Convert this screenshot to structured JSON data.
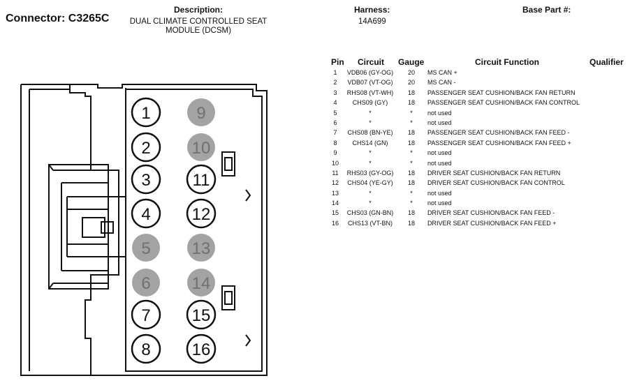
{
  "header": {
    "connector_label": "Connector:",
    "connector_id": "C3265C",
    "description_label": "Description:",
    "description_line1": "DUAL CLIMATE CONTROLLED SEAT",
    "description_line2": "MODULE (DCSM)",
    "harness_label": "Harness:",
    "harness_value": "14A699",
    "base_part_label": "Base Part #:"
  },
  "table": {
    "columns": [
      "Pin",
      "Circuit",
      "Gauge",
      "Circuit Function",
      "Qualifier"
    ],
    "rows": [
      {
        "pin": "1",
        "circuit": "VDB06 (GY-OG)",
        "gauge": "20",
        "function": "MS CAN +"
      },
      {
        "pin": "2",
        "circuit": "VDB07 (VT-OG)",
        "gauge": "20",
        "function": "MS CAN -"
      },
      {
        "pin": "3",
        "circuit": "RHS08 (VT-WH)",
        "gauge": "18",
        "function": "PASSENGER SEAT CUSHION/BACK FAN RETURN"
      },
      {
        "pin": "4",
        "circuit": "CHS09 (GY)",
        "gauge": "18",
        "function": "PASSENGER SEAT CUSHION/BACK FAN CONTROL"
      },
      {
        "pin": "5",
        "circuit": "*",
        "gauge": "*",
        "function": "not used"
      },
      {
        "pin": "6",
        "circuit": "*",
        "gauge": "*",
        "function": "not used"
      },
      {
        "pin": "7",
        "circuit": "CHS08 (BN-YE)",
        "gauge": "18",
        "function": "PASSENGER SEAT CUSHION/BACK FAN FEED -"
      },
      {
        "pin": "8",
        "circuit": "CHS14 (GN)",
        "gauge": "18",
        "function": "PASSENGER SEAT CUSHION/BACK FAN FEED +"
      },
      {
        "pin": "9",
        "circuit": "*",
        "gauge": "*",
        "function": "not used"
      },
      {
        "pin": "10",
        "circuit": "*",
        "gauge": "*",
        "function": "not used"
      },
      {
        "pin": "11",
        "circuit": "RHS03 (GY-OG)",
        "gauge": "18",
        "function": "DRIVER SEAT CUSHION/BACK FAN RETURN"
      },
      {
        "pin": "12",
        "circuit": "CHS04 (YE-GY)",
        "gauge": "18",
        "function": "DRIVER SEAT CUSHION/BACK FAN CONTROL"
      },
      {
        "pin": "13",
        "circuit": "*",
        "gauge": "*",
        "function": "not used"
      },
      {
        "pin": "14",
        "circuit": "*",
        "gauge": "*",
        "function": "not used"
      },
      {
        "pin": "15",
        "circuit": "CHS03 (GN-BN)",
        "gauge": "18",
        "function": "DRIVER SEAT CUSHION/BACK FAN FEED -"
      },
      {
        "pin": "16",
        "circuit": "CHS13 (VT-BN)",
        "gauge": "18",
        "function": "DRIVER SEAT CUSHION/BACK FAN FEED +"
      }
    ]
  },
  "connector_pins": {
    "left_column": [
      {
        "label": "1",
        "used": true
      },
      {
        "label": "2",
        "used": true
      },
      {
        "label": "3",
        "used": true
      },
      {
        "label": "4",
        "used": true
      },
      {
        "label": "5",
        "used": false
      },
      {
        "label": "6",
        "used": false
      },
      {
        "label": "7",
        "used": true
      },
      {
        "label": "8",
        "used": true
      }
    ],
    "right_column": [
      {
        "label": "9",
        "used": false
      },
      {
        "label": "10",
        "used": false
      },
      {
        "label": "11",
        "used": true
      },
      {
        "label": "12",
        "used": true
      },
      {
        "label": "13",
        "used": false
      },
      {
        "label": "14",
        "used": false
      },
      {
        "label": "15",
        "used": true
      },
      {
        "label": "16",
        "used": true
      }
    ],
    "unused_fill": "#a3a3a3",
    "unused_text": "#707070"
  }
}
